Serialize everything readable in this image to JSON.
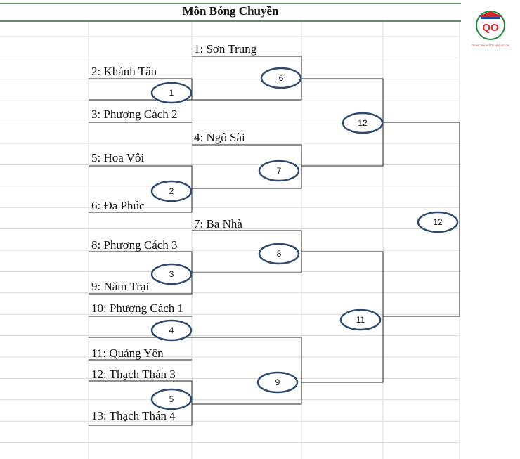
{
  "title": "Môn Bóng Chuyền",
  "logo": {
    "letters": "QO",
    "caption": "TRUNG TÂM VHTTTT XÃ QUỐC OAI",
    "colors": {
      "red": "#d9252a",
      "green": "#1f8a3b",
      "blue": "#1f4ea3"
    }
  },
  "teams": [
    "1: Sơn Trung",
    "2: Khánh Tân",
    "3: Phượng Cách 2",
    "4: Ngô Sài",
    "5: Hoa Vôi",
    "6: Đa Phúc",
    "7: Ba Nhà",
    "8: Phượng Cách 3",
    "9: Năm Trại",
    "10: Phượng Cách 1",
    "11: Quảng Yên",
    "12: Thạch Thán 3",
    "13: Thạch Thán 4"
  ],
  "matches": [
    "1",
    "2",
    "3",
    "4",
    "5",
    "6",
    "7",
    "8",
    "9",
    "12",
    "11",
    "12"
  ],
  "colors": {
    "grid": "#d9d9d9",
    "line": "#222222",
    "oval": "#2f4a70",
    "title_rule": "#2e6b3a"
  }
}
